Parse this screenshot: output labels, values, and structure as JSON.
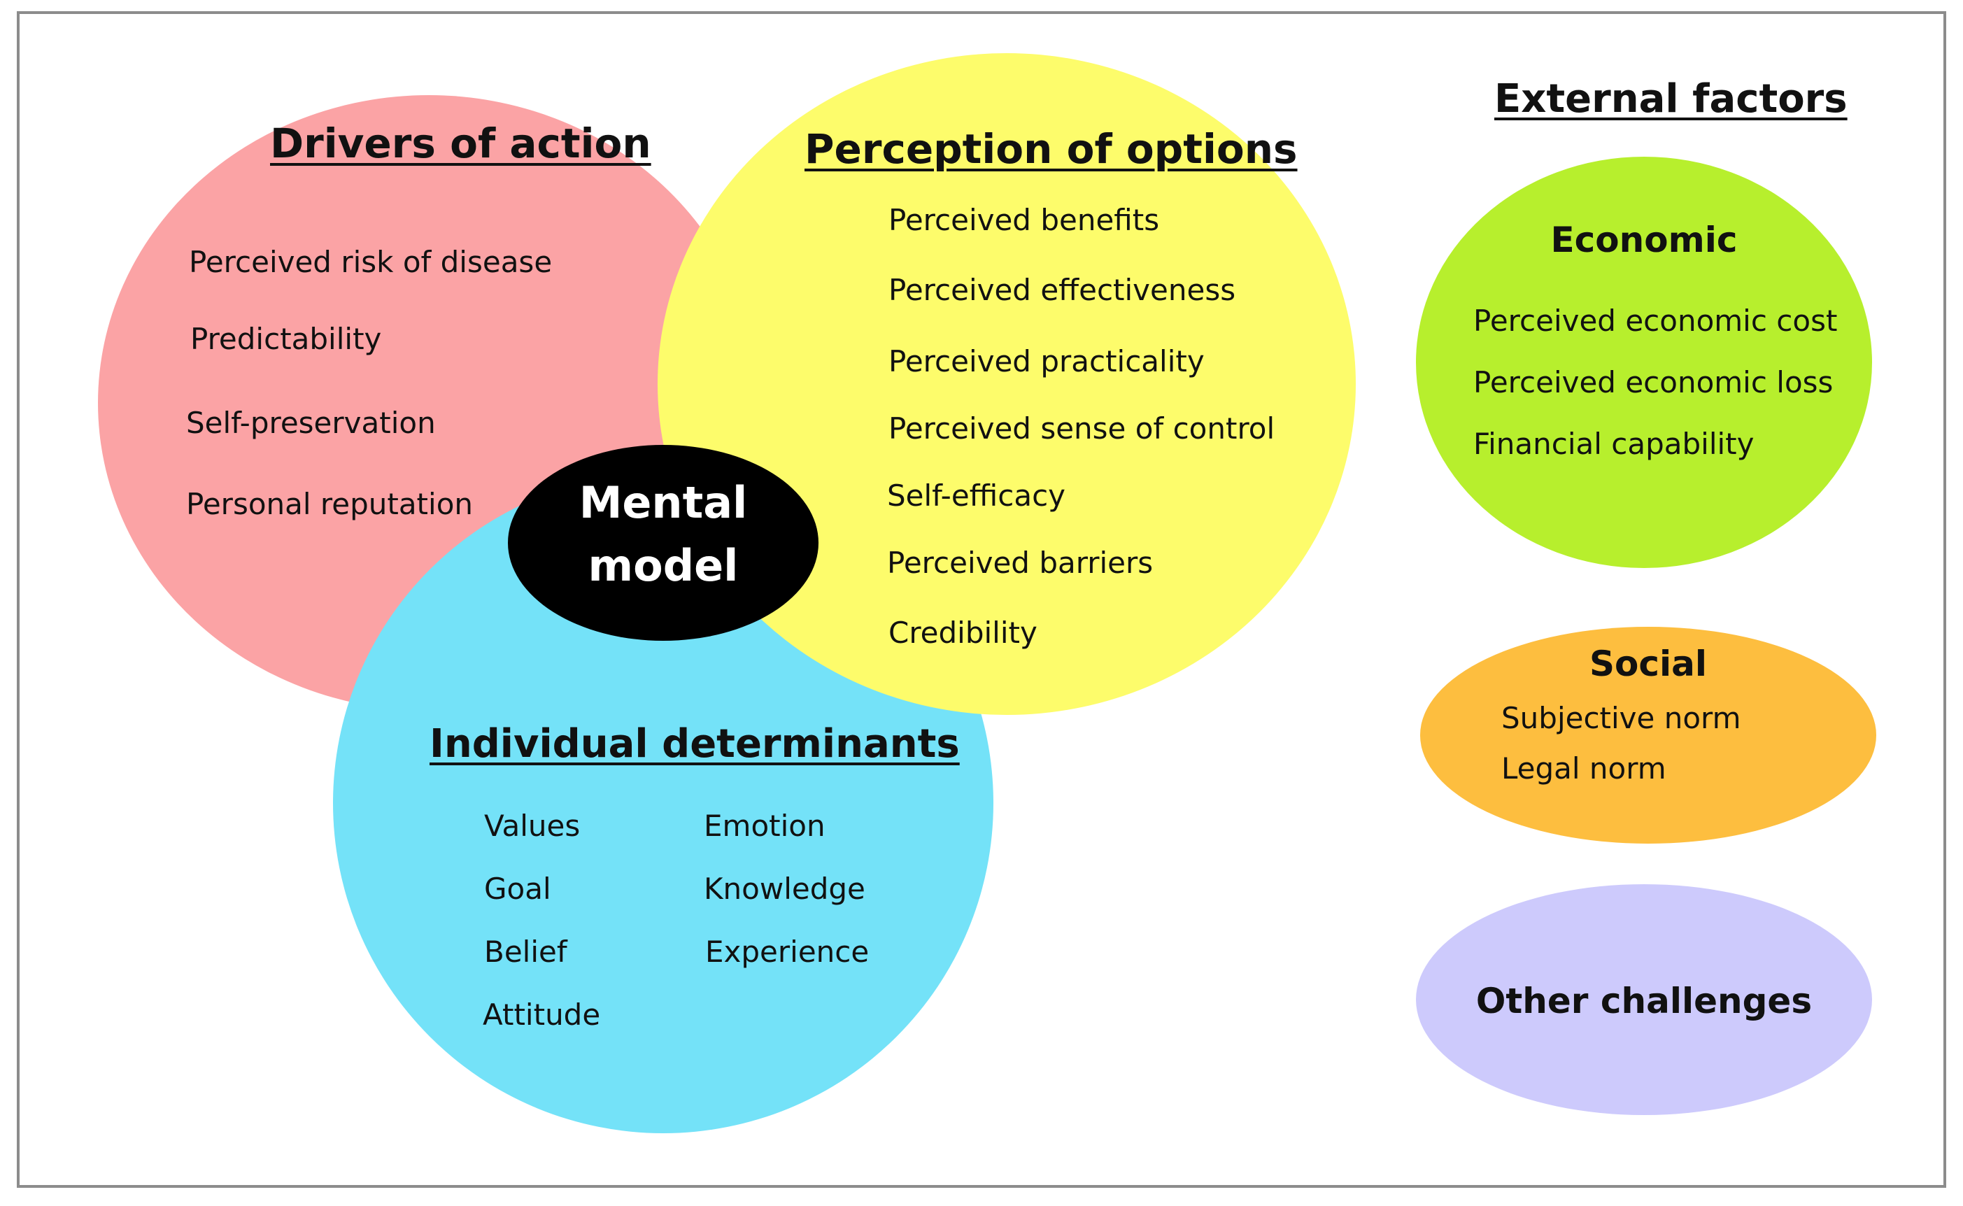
{
  "colors": {
    "drivers": "#fba3a5",
    "perception": "#fdfc6b",
    "individual": "#74e2f8",
    "mental_model": "#000000",
    "economic": "#b7ef2d",
    "social": "#fdbe3f",
    "other": "#cdcafc",
    "border": "#8c8c8c"
  },
  "drivers": {
    "title": "Drivers of action",
    "items": [
      "Perceived risk of disease",
      "Predictability",
      "Self-preservation",
      "Personal reputation"
    ]
  },
  "perception": {
    "title": "Perception of options",
    "items": [
      "Perceived benefits",
      "Perceived effectiveness",
      "Perceived practicality",
      "Perceived sense of control",
      "Self-efficacy",
      "Perceived barriers",
      "Credibility"
    ]
  },
  "individual": {
    "title": "Individual determinants",
    "left_items": [
      "Values",
      "Goal",
      "Belief",
      "Attitude"
    ],
    "right_items": [
      "Emotion",
      "Knowledge",
      "Experience"
    ]
  },
  "mental_model": {
    "line1": "Mental",
    "line2": "model"
  },
  "external": {
    "title": "External factors",
    "economic": {
      "title": "Economic",
      "items": [
        "Perceived economic cost",
        "Perceived economic loss",
        "Financial capability"
      ]
    },
    "social": {
      "title": "Social",
      "items": [
        "Subjective norm",
        "Legal norm"
      ]
    },
    "other": {
      "title": "Other challenges"
    }
  }
}
